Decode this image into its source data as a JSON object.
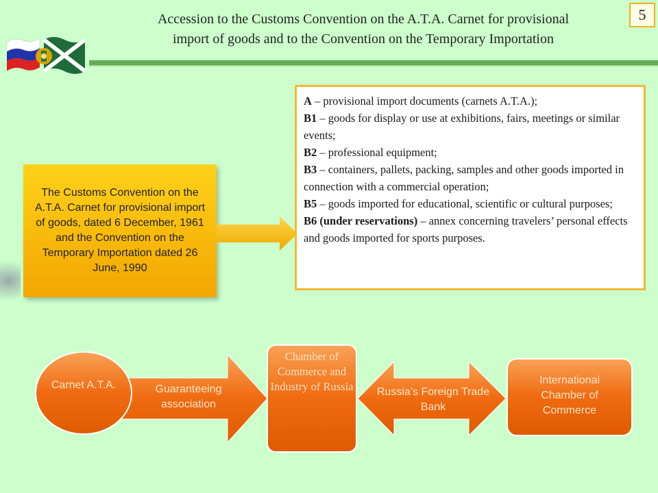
{
  "header": {
    "title_line1": "Accession to the Customs Convention on the A.T.A. Carnet for provisional",
    "title_line2": "import of goods and to the Convention on the Temporary Importation",
    "page_number": "5"
  },
  "convention_box": {
    "text": "The Customs Convention on the A.T.A. Carnet for provisional import of goods, dated 6 December, 1961 and the Convention on the Temporary Importation dated 26 June, 1990"
  },
  "annexes": [
    {
      "code": "A",
      "text": " – provisional import documents (carnets A.T.A.);"
    },
    {
      "code": "B1",
      "text": " – goods for display or use at exhibitions, fairs, meetings or similar events;"
    },
    {
      "code": "B2",
      "text": " – professional equipment;"
    },
    {
      "code": "B3",
      "text": " – containers, pallets, packing, samples and other goods imported in connection with a commercial operation;"
    },
    {
      "code": "B5",
      "text": " – goods imported for educational, scientific or cultural purposes;"
    },
    {
      "code": "B6 (under reservations)",
      "text": " – annex concerning travelers’ personal effects and goods imported for sports purposes."
    }
  ],
  "flow": {
    "carnet": "Carnet A.T.A.",
    "guarantee": "Guaranteeing association",
    "chamber_russia": "Chamber of Commerce and Industry of Russia",
    "bank": "Russia’s Foreign Trade Bank",
    "icc": "International Chamber of Commerce"
  },
  "colors": {
    "background": "#ccffcc",
    "header_rule": "#66aa55",
    "box_yellow": "#f2a600",
    "box_border": "#f5b82e",
    "flow_orange": "#f06a10"
  },
  "icons": {
    "flags": "flags-emblem-icon"
  }
}
